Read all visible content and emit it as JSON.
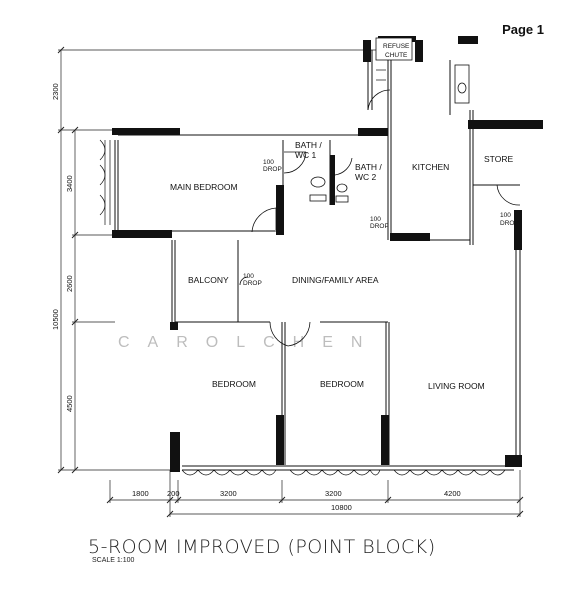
{
  "page_label": "Page 1",
  "rooms": {
    "main_bedroom": "MAIN BEDROOM",
    "bath1": "BATH / WC 1",
    "bath1_a": "BATH /",
    "bath1_b": "WC 1",
    "bath2_a": "BATH /",
    "bath2_b": "WC 2",
    "kitchen": "KITCHEN",
    "store": "STORE",
    "balcony": "BALCONY",
    "dining": "DINING/FAMILY AREA",
    "bedroom1": "BEDROOM",
    "bedroom2": "BEDROOM",
    "living": "LIVING ROOM",
    "refuse_a": "REFUSE",
    "refuse_b": "CHUTE"
  },
  "drops": {
    "d1_a": "100",
    "d1_b": "DROP",
    "d2_a": "100",
    "d2_b": "DROP",
    "d3_a": "100",
    "d3_b": "DROP",
    "d4_a": "100",
    "d4_b": "DROP"
  },
  "dimensions": {
    "v_2300": "2300",
    "v_3400": "3400",
    "v_10500": "10500",
    "v_2600": "2600",
    "v_4500": "4500",
    "h_1800": "1800",
    "h_200": "200",
    "h_3200a": "3200",
    "h_3200b": "3200",
    "h_4200": "4200",
    "h_10800": "10800"
  },
  "watermark": "CAROLCHEN",
  "title": "5-ROOM IMPROVED (POINT BLOCK)",
  "scale": "SCALE 1:100"
}
